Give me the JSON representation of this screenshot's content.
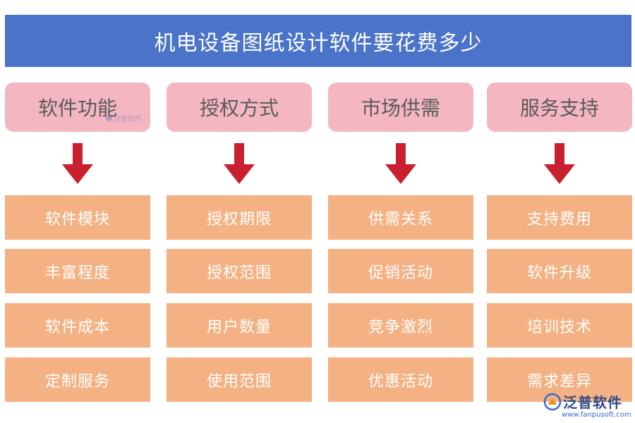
{
  "title": "机电设备图纸设计软件要花费多少",
  "colors": {
    "title_bg": "#4a73c9",
    "header_bg": "#f4b6c1",
    "item_bg": "#f4b183",
    "arrow": "#c8202f"
  },
  "columns": [
    {
      "header": "软件功能",
      "items": [
        "软件模块",
        "丰富程度",
        "软件成本",
        "定制服务"
      ]
    },
    {
      "header": "授权方式",
      "items": [
        "授权期限",
        "授权范围",
        "用户数量",
        "使用范围"
      ]
    },
    {
      "header": "市场供需",
      "items": [
        "供需关系",
        "促销活动",
        "竞争激烈",
        "优惠活动"
      ]
    },
    {
      "header": "服务支持",
      "items": [
        "支持费用",
        "软件升级",
        "培训技术",
        "需求差异"
      ]
    }
  ],
  "watermark": {
    "small_text": "泛普软件"
  },
  "logo": {
    "name": "泛普软件",
    "url": "www.fanpusoft.com"
  },
  "icons": {
    "arrow": "down-arrow-icon",
    "logo": "fanpu-logo-icon"
  }
}
